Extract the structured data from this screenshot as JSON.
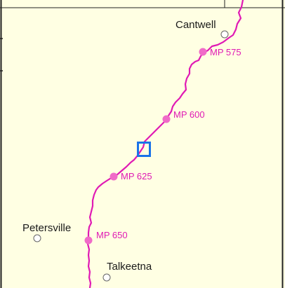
{
  "map": {
    "colors": {
      "background": "#ffffe3",
      "route": "#e01ab4",
      "milepost": "#f06bc8",
      "town_marker_fill": "#ffffff",
      "town_marker_stroke": "#666666",
      "highlight_box": "#1a73e8",
      "frame": "#222222"
    },
    "towns": [
      {
        "name": "Cantwell"
      },
      {
        "name": "Petersville"
      },
      {
        "name": "Talkeetna"
      }
    ],
    "mileposts": [
      {
        "label": "MP 575"
      },
      {
        "label": "MP 600"
      },
      {
        "label": "MP 625"
      },
      {
        "label": "MP 650"
      }
    ]
  }
}
